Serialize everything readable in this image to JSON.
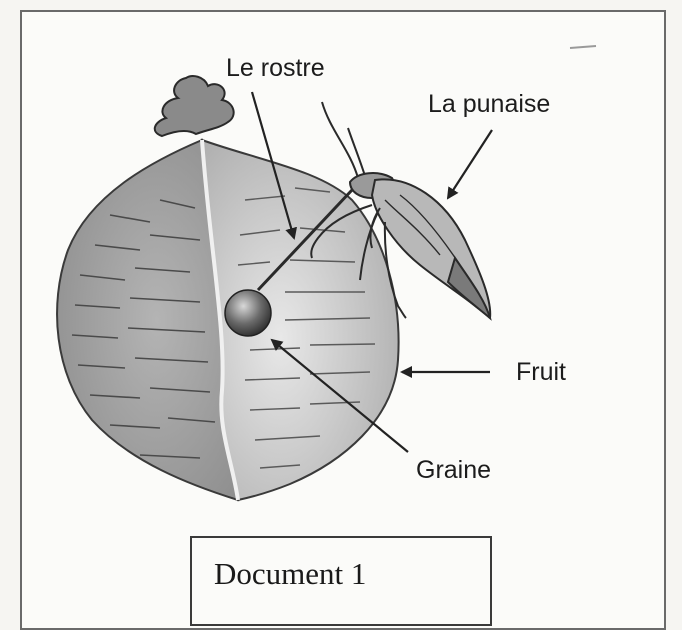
{
  "labels": {
    "rostre": "Le rostre",
    "punaise": "La punaise",
    "fruit": "Fruit",
    "graine": "Graine"
  },
  "caption": "Document 1"
}
